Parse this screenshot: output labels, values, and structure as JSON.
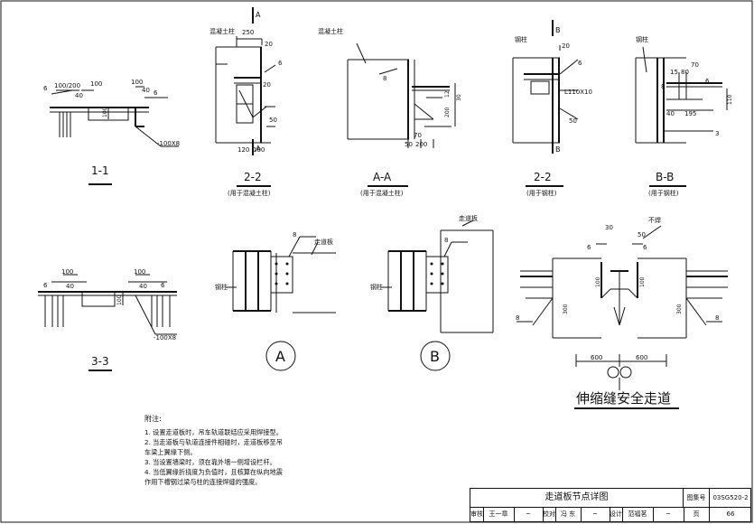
{
  "sections": {
    "s11": "1-1",
    "s22c": "2-2",
    "s22c_sub": "(用于混凝土柱)",
    "saa": "A-A",
    "saa_sub": "(用于混凝土柱)",
    "s22s": "2-2",
    "s22s_sub": "(用于钢柱)",
    "sbb": "B-B",
    "sbb_sub": "(用于钢柱)",
    "s33": "3-3",
    "detail_a": "A",
    "detail_b": "B",
    "expansion_title": "伸缩缝安全走道"
  },
  "labels": {
    "concrete_column": "混凝土柱",
    "steel_column": "钢柱",
    "walkway_plate": "走道板",
    "no_weld": "不焊",
    "angle": "L110X10",
    "plate": "-100X8",
    "cut_a": "A",
    "cut_b": "B"
  },
  "dims": {
    "d100_200": "100/200",
    "d100": "100",
    "d40": "40",
    "d250": "250",
    "d20": "20",
    "d120": "120",
    "d50": "50",
    "d12": "12",
    "d30": "30",
    "d200": "200",
    "d70": "70",
    "d15": "15",
    "d80": "80",
    "d195": "195",
    "d110": "110",
    "d300": "300",
    "d600": "600",
    "w6": "6",
    "w8": "8",
    "w3": "3"
  },
  "notes": {
    "title": "附注:",
    "items": [
      "1. 设置走道板时，吊车轨道联结应采用焊接型。",
      "2. 当走道板与轨道连接件相碰时，走道板移至吊",
      "    车梁上翼缘下侧。",
      "3. 当设置墙梁时，须在靠外墙一侧增设栏杆。",
      "4. 当低翼缘折挠度为负值时，且核算在纵向地震",
      "    作用下槽钢过梁与柱的连接焊缝的强度。"
    ]
  },
  "title_block": {
    "title": "走道板节点详图",
    "atlas_label": "图集号",
    "atlas_no": "03SG520-2",
    "review_label": "审核",
    "reviewer": "王一章",
    "check_label": "校对",
    "checker": "冯 东",
    "design_label": "设计",
    "designer": "范福茗",
    "page_label": "页",
    "page_no": "66"
  }
}
